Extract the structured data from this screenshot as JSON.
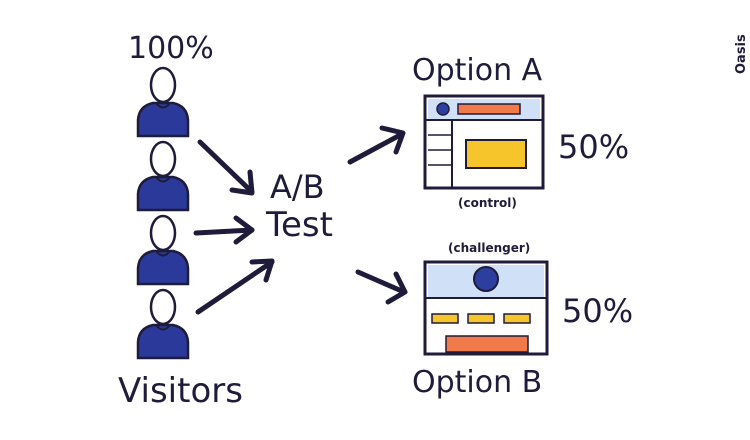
{
  "visitors": {
    "percent": "100%",
    "label": "Visitors",
    "count": 4
  },
  "test": {
    "line1": "A/B",
    "line2": "Test"
  },
  "option_a": {
    "title": "Option A",
    "percent": "50%",
    "note": "(control)"
  },
  "option_b": {
    "title": "Option B",
    "percent": "50%",
    "note": "(challenger)"
  },
  "logo": {
    "text": "Oasis"
  },
  "colors": {
    "ink": "#1f1b3a",
    "person_fill": "#2b3a9a",
    "panel_fill": "#e3ecfa",
    "bar_blue": "#cfe0f7",
    "accent_orange": "#f07a4a",
    "accent_yellow": "#f6c42b",
    "dot_blue": "#2c3f9e"
  }
}
